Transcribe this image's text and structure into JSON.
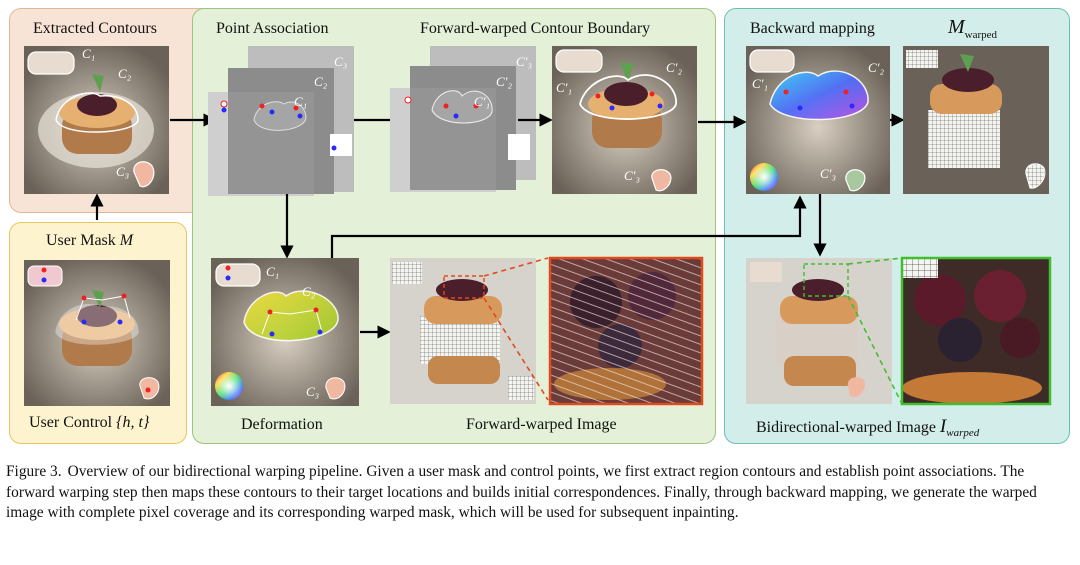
{
  "panels": {
    "extract": {
      "title_left": "Extracted Contours",
      "title_right": "Point Association"
    },
    "mask": {
      "title": "User Mask",
      "title_symbol": "M",
      "bottom": "User Control",
      "bottom_symbol": "{h, t}"
    },
    "forward": {
      "title": "Forward-warped Contour Boundary",
      "deformation": "Deformation",
      "forward_image": "Forward-warped Image"
    },
    "backward": {
      "title": "Backward mapping",
      "m_symbol": "M",
      "m_sub": "warped",
      "bottom": "Bidirectional-warped Image",
      "i_symbol": "I",
      "i_sub": "warped"
    }
  },
  "contour_labels": {
    "c1": "C₁",
    "c2": "C₂",
    "c3": "C₃",
    "c1p": "C′₁",
    "c2p": "C′₂",
    "c3p": "C′₃"
  },
  "colors": {
    "extract_bg": "#f8e4d7",
    "mask_bg": "#fdf3cf",
    "forward_bg": "#e4f1d8",
    "backward_bg": "#d3eeea",
    "zoom_red": "#e04a1d",
    "zoom_green": "#3fbf2f"
  },
  "caption": {
    "label": "Figure 3.",
    "text": "Overview of our bidirectional warping pipeline. Given a user mask and control points, we first extract region contours and establish point associations. The forward warping step then maps these contours to their target locations and builds initial correspondences. Finally, through backward mapping, we generate the warped image with complete pixel coverage and its corresponding warped mask, which will be used for subsequent inpainting."
  }
}
